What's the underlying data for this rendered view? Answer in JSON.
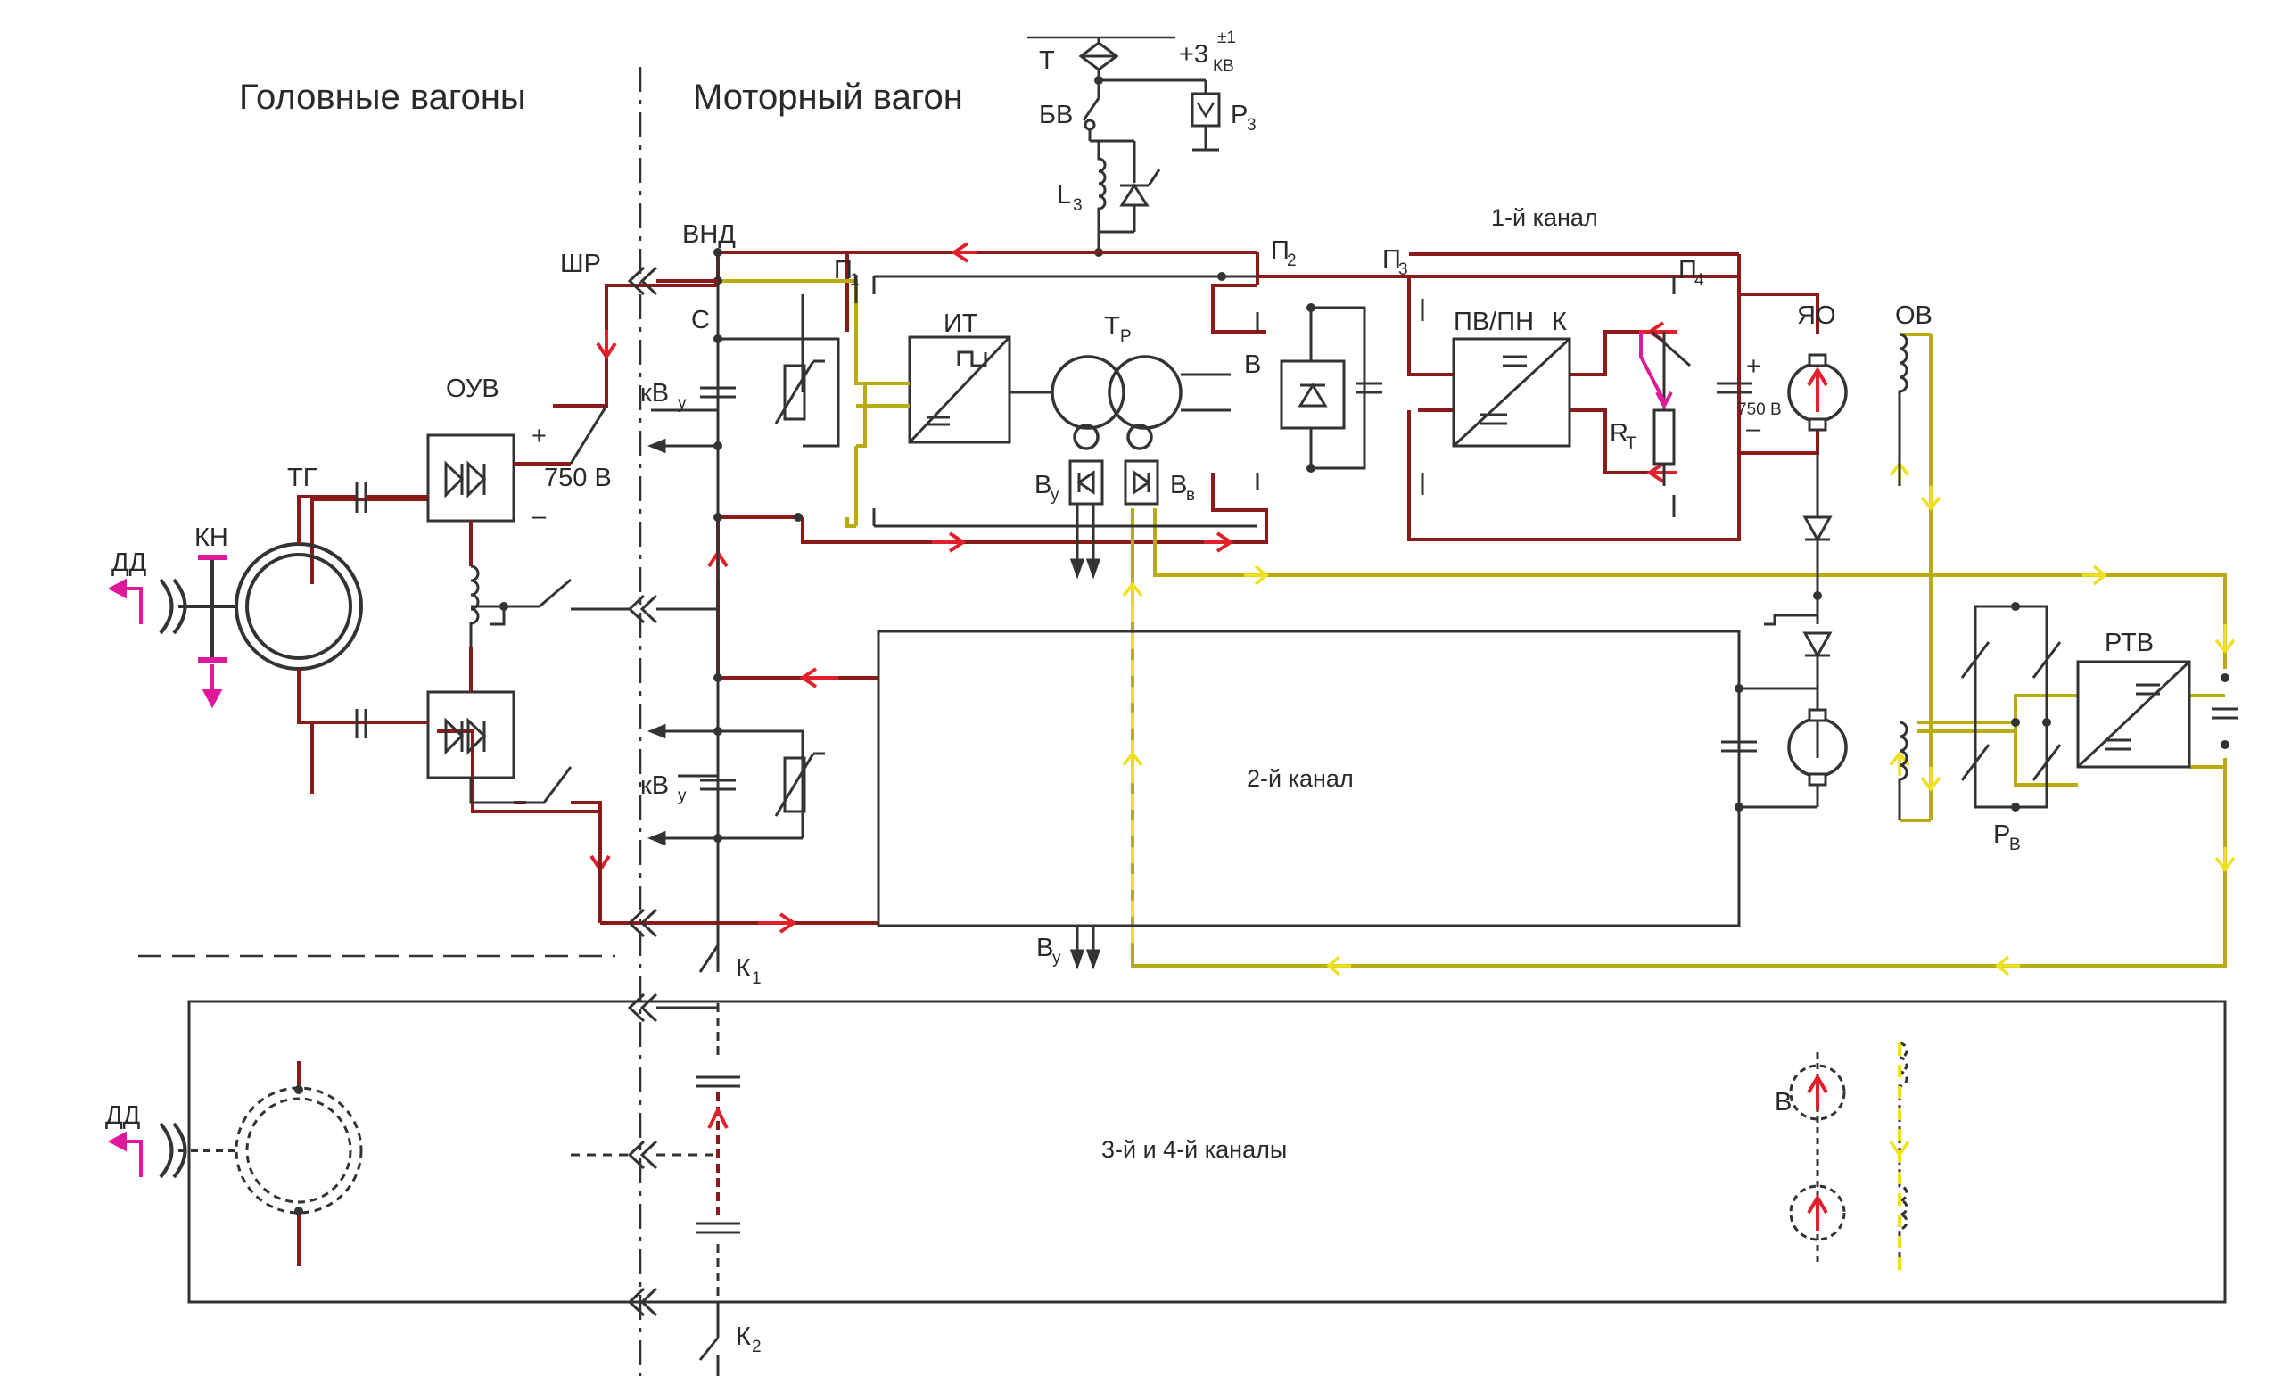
{
  "sections": {
    "head_cars": "Головные вагоны",
    "motor_car": "Моторный вагон"
  },
  "channels": {
    "ch1": "1-й канал",
    "ch2": "2-й канал",
    "ch34": "3-й и 4-й каналы"
  },
  "labels": {
    "T": "Т",
    "plus3": "+3",
    "plus3_sup": "±1",
    "plus3_sub": "КВ",
    "BV": "БВ",
    "P": "Р",
    "P_sub": "3",
    "L": "L",
    "L_sub": "3",
    "ShR": "ШР",
    "VND": "ВНД",
    "P1": "П",
    "P1_sub": "1",
    "P2": "П",
    "P2_sub": "2",
    "P3": "П",
    "P3_sub": "3",
    "P4": "П",
    "P4_sub": "4",
    "C": "С",
    "IT": "ИТ",
    "Tr": "Т",
    "Tr_sub": "Р",
    "B": "В",
    "PVPN": "ПВ/ПН",
    "K": "К",
    "YaO": "ЯО",
    "OV": "ОВ",
    "OUV": "ОУВ",
    "v750_left": "750 В",
    "v750_right": "750 В",
    "plus": "+",
    "minus": "–",
    "kVy1": "кВ",
    "kVy1_sub": "у",
    "kVy2": "кВ",
    "kVy2_sub": "у",
    "TG": "ТГ",
    "KN": "КН",
    "DD1": "ДД",
    "DD2": "ДД",
    "By": "В",
    "By_sub": "у",
    "Bv": "В",
    "Bv_sub": "в",
    "By2": "В",
    "By2_sub": "у",
    "RT": "R",
    "RT_sub": "Т",
    "RTV": "РТВ",
    "PB": "Р",
    "PB_sub": "В",
    "K1": "К",
    "K1_sub": "1",
    "K2": "К",
    "K2_sub": "2",
    "B_low": "В"
  },
  "colors": {
    "dark_red": "#8c1a1a",
    "red_arrow": "#e0202a",
    "yellow": "#b8ad10",
    "yellow_arrow": "#f0e020",
    "magenta": "#e0189a",
    "black": "#2a2a2a"
  }
}
